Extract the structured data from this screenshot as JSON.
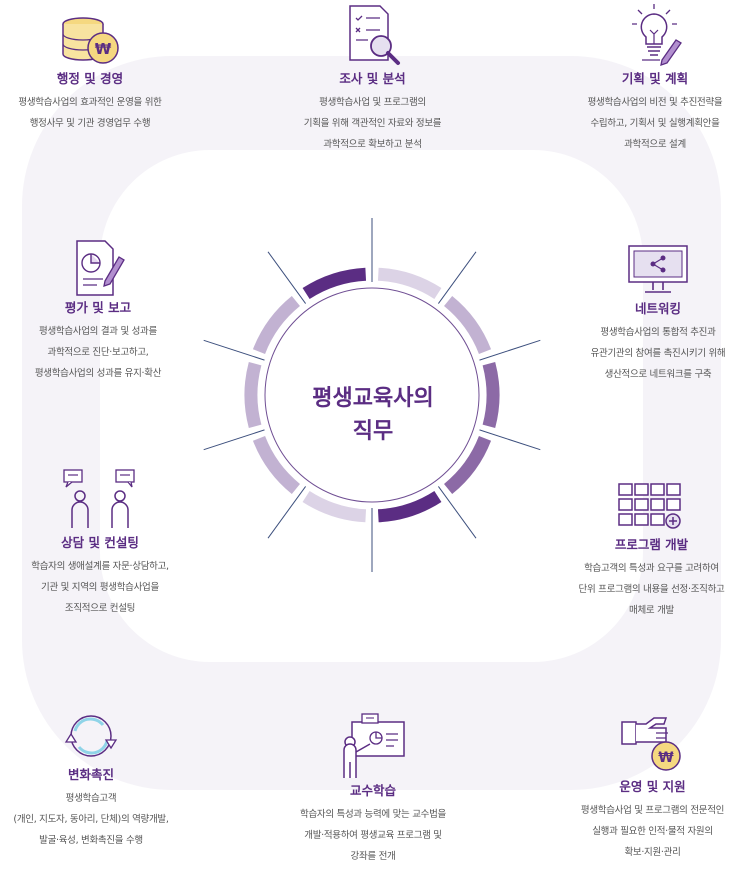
{
  "colors": {
    "accent": "#5b2d83",
    "mid": "#8c6aa6",
    "light": "#c2b2d2",
    "pale": "#dcd3e6",
    "line": "#3c4f7d"
  },
  "center": {
    "line1": "평생교육사의",
    "line2": "직무"
  },
  "items": [
    {
      "icon": "coins-icon",
      "title": "행정 및 경영",
      "desc": [
        "평생학습사업의 효과적인 운영을 위한",
        "행정사무 및 기관 경영업무 수행"
      ]
    },
    {
      "icon": "document-search-icon",
      "title": "조사 및 분석",
      "desc": [
        "평생학습사업 및 프로그램의",
        "기획을 위해 객관적인 자료와 정보를",
        "과학적으로 확보하고 분석"
      ]
    },
    {
      "icon": "lightbulb-icon",
      "title": "기획 및 계획",
      "desc": [
        "평생학습사업의 비전 및 추진전략을",
        "수립하고, 기획서 및 실행계획안을",
        "과학적으로 설계"
      ]
    },
    {
      "icon": "report-chart-icon",
      "title": "평가 및 보고",
      "desc": [
        "평생학습사업의 결과 및 성과를",
        "과학적으로 진단·보고하고,",
        "평생학습사업의 성과를 유지·확산"
      ]
    },
    {
      "icon": "monitor-share-icon",
      "title": "네트워킹",
      "desc": [
        "평생학습사업의 통합적 추진과",
        "유관기관의 참여를 촉진시키기 위해",
        "생산적으로 네트워크를 구축"
      ]
    },
    {
      "icon": "consulting-people-icon",
      "title": "상담 및 컨설팅",
      "desc": [
        "학습자의 생애설계를 자문·상담하고,",
        "기관 및 지역의 평생학습사업을",
        "조직적으로 컨설팅"
      ]
    },
    {
      "icon": "program-grid-icon",
      "title": "프로그램 개발",
      "desc": [
        "학습고객의 특성과 요구를 고려하여",
        "단위 프로그램의 내용을 선정·조직하고",
        "매체로 개발"
      ]
    },
    {
      "icon": "cycle-arrows-icon",
      "title": "변화촉진",
      "desc": [
        "평생학습고객",
        "(개인, 지도자, 동아리, 단체)의 역량개발,",
        "발굴·육성, 변화촉진을 수행"
      ]
    },
    {
      "icon": "teacher-board-icon",
      "title": "교수학습",
      "desc": [
        "학습자의 특성과 능력에 맞는 교수법을",
        "개발·적용하여 평생교육 프로그램 및",
        "강좌를 전개"
      ]
    },
    {
      "icon": "hand-money-icon",
      "title": "운영 및 지원",
      "desc": [
        "평생학습사업 및 프로그램의 전문적인",
        "실행과 필요한 인적·물적 자원의",
        "확보·지원·관리"
      ]
    }
  ]
}
